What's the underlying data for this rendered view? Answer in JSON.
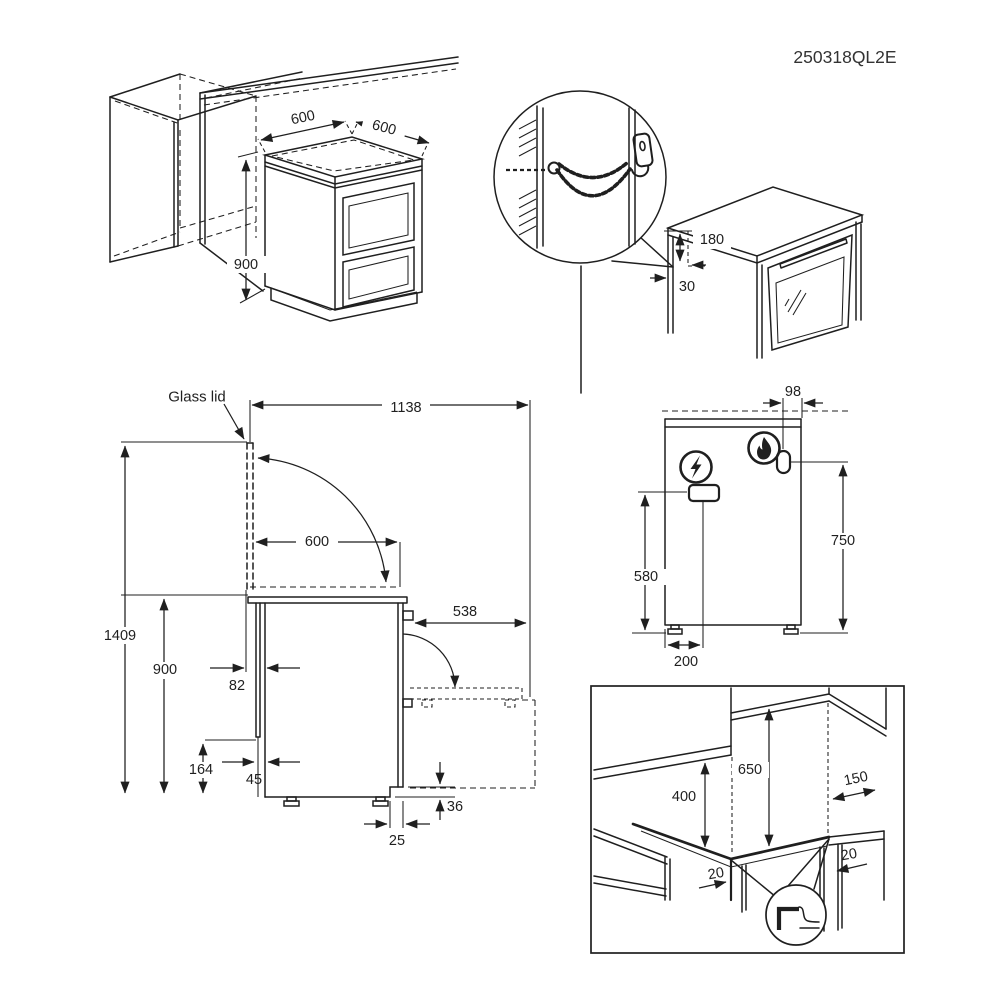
{
  "doc": {
    "code": "250318QL2E"
  },
  "iso": {
    "width": "600",
    "depth": "600",
    "height": "900"
  },
  "chain": {
    "below_top": "180",
    "from_side": "30"
  },
  "side": {
    "glass_lid": "Glass lid",
    "overall_depth": "1138",
    "overall_height": "1409",
    "height": "900",
    "depth": "600",
    "door_open": "538",
    "rear_gap_top": "82",
    "spacer_height": "164",
    "rear_gap_bottom": "45",
    "plinth_height": "36",
    "plinth_depth": "25"
  },
  "rear": {
    "gas_from_right": "98",
    "gas_height": "750",
    "mains_height": "580",
    "mains_from_left": "200"
  },
  "clear": {
    "hood": "650",
    "cabinet": "400",
    "side": "150",
    "gap_left": "20",
    "gap_right": "20"
  }
}
